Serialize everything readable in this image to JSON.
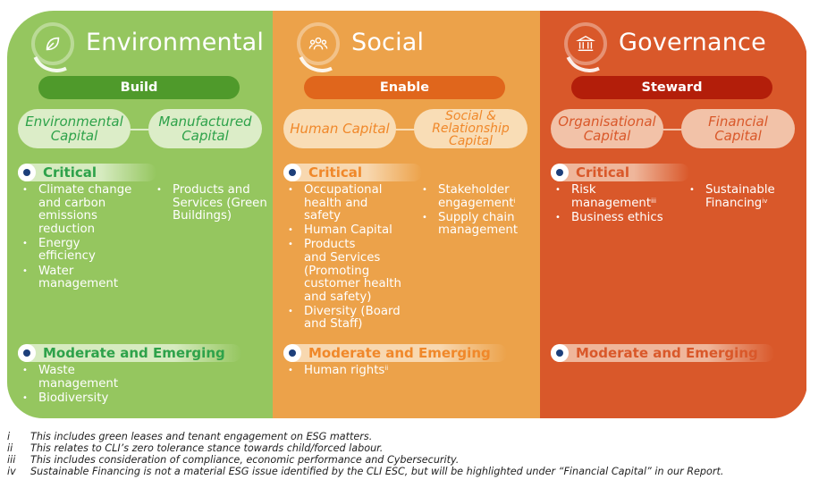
{
  "columns": [
    {
      "key": "env",
      "title": "Environmental",
      "icon": "leaf-icon",
      "pill": "Build",
      "capitals": [
        "Environmental\nCapital",
        "Manufactured\nCapital"
      ],
      "critical_label": "Critical",
      "critical_col1": [
        {
          "text": "Climate change\nand carbon\nemissions\nreduction",
          "sup": ""
        },
        {
          "text": "Energy\nefficiency",
          "sup": ""
        },
        {
          "text": "Water\nmanagement",
          "sup": ""
        }
      ],
      "critical_col2": [
        {
          "text": "Products and\nServices (Green\nBuildings)",
          "sup": ""
        }
      ],
      "moderate_label": "Moderate and Emerging",
      "moderate": [
        {
          "text": "Waste\nmanagement",
          "sup": ""
        },
        {
          "text": "Biodiversity",
          "sup": ""
        }
      ]
    },
    {
      "key": "soc",
      "title": "Social",
      "icon": "people-icon",
      "pill": "Enable",
      "capitals": [
        "Human Capital",
        "Social &\nRelationship\nCapital"
      ],
      "critical_label": "Critical",
      "critical_col1": [
        {
          "text": "Occupational\nhealth and\nsafety",
          "sup": ""
        },
        {
          "text": "Human Capital",
          "sup": ""
        },
        {
          "text": "Products\nand Services\n(Promoting\ncustomer health\nand safety)",
          "sup": ""
        },
        {
          "text": "Diversity (Board\nand Staff)",
          "sup": ""
        }
      ],
      "critical_col2": [
        {
          "text": "Stakeholder\nengagement",
          "sup": "i"
        },
        {
          "text": "Supply chain\nmanagement",
          "sup": ""
        }
      ],
      "moderate_label": "Moderate and Emerging",
      "moderate": [
        {
          "text": "Human rights",
          "sup": "ii"
        }
      ]
    },
    {
      "key": "gov",
      "title": "Governance",
      "icon": "bank-icon",
      "pill": "Steward",
      "capitals": [
        "Organisational\nCapital",
        "Financial\nCapital"
      ],
      "critical_label": "Critical",
      "critical_col1": [
        {
          "text": "Risk\nmanagement",
          "sup": "iii"
        },
        {
          "text": "Business ethics",
          "sup": ""
        }
      ],
      "critical_col2": [
        {
          "text": "Sustainable\nFinancing",
          "sup": "iv"
        }
      ],
      "moderate_label": "Moderate and Emerging",
      "moderate": []
    }
  ],
  "colors": {
    "env": {
      "pill": "#4f9a2b",
      "accent": "#2ea24a",
      "cap": "#dcedc8",
      "bar": "#d6ebc0"
    },
    "soc": {
      "pill": "#e0661c",
      "accent": "#f0882a",
      "cap": "#f9ddb6",
      "bar": "#f8d8b0"
    },
    "gov": {
      "pill": "#b31e0a",
      "accent": "#d9582a",
      "cap": "#f2c2a8",
      "bar": "#efb69b"
    }
  },
  "footnotes": [
    {
      "num": "i",
      "text": "This includes green leases and tenant engagement on ESG matters."
    },
    {
      "num": "ii",
      "text": "This relates to CLI’s zero tolerance stance towards child/forced labour."
    },
    {
      "num": "iii",
      "text": "This includes consideration of compliance, economic performance and Cybersecurity."
    },
    {
      "num": "iv",
      "text": "Sustainable Financing is not a material ESG issue identified by the CLI ESC, but will be highlighted under “Financial Capital” in our Report."
    }
  ]
}
